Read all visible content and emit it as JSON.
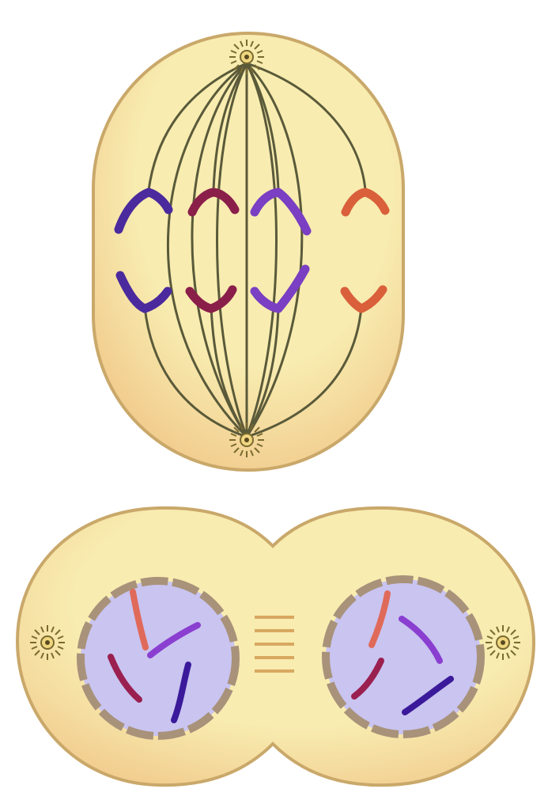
{
  "figure": {
    "panels": [
      {
        "name": "anaphase-cell",
        "chromosome_pairs": 4,
        "chromatid_colors": [
          "#4b2a9e",
          "#8a1f4a",
          "#7a3fc2",
          "#d9603a"
        ]
      },
      {
        "name": "telophase-cytokinesis",
        "daughter_nuclei": 2,
        "chromosomes_per_nucleus": 4
      }
    ],
    "colors": {
      "cytoplasm": "#f8ecb0",
      "cytoplasm_shade": "#f1c98a",
      "membrane": "#c9a86a",
      "spindle": "#5a5a3a",
      "nucleoplasm": "#c9c4f0",
      "nuclear_envelope": "#a8927a",
      "centrosome": "#7a6a30"
    }
  }
}
